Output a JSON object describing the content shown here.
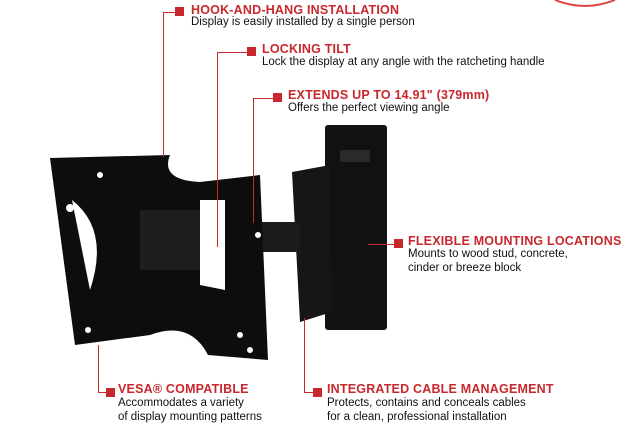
{
  "callouts": [
    {
      "title": "HOOK-AND-HANG INSTALLATION",
      "desc": [
        "Display is easily installed by a single person"
      ]
    },
    {
      "title": "LOCKING TILT",
      "desc": [
        "Lock the display at any angle with the ratcheting handle"
      ]
    },
    {
      "title": "EXTENDS UP TO 14.91\" (379mm)",
      "desc": [
        "Offers the perfect viewing angle"
      ]
    },
    {
      "title": "FLEXIBLE MOUNTING LOCATIONS",
      "desc": [
        "Mounts to wood stud, concrete,",
        "cinder or breeze block"
      ]
    },
    {
      "title": "VESA® COMPATIBLE",
      "desc": [
        "Accommodates a variety",
        "of display mounting patterns"
      ]
    },
    {
      "title": "INTEGRATED CABLE MANAGEMENT",
      "desc": [
        "Protects, contains and conceals cables",
        "for a clean, professional installation"
      ]
    }
  ],
  "colors": {
    "accent": "#c8282d",
    "product": "#0d0d0d"
  }
}
